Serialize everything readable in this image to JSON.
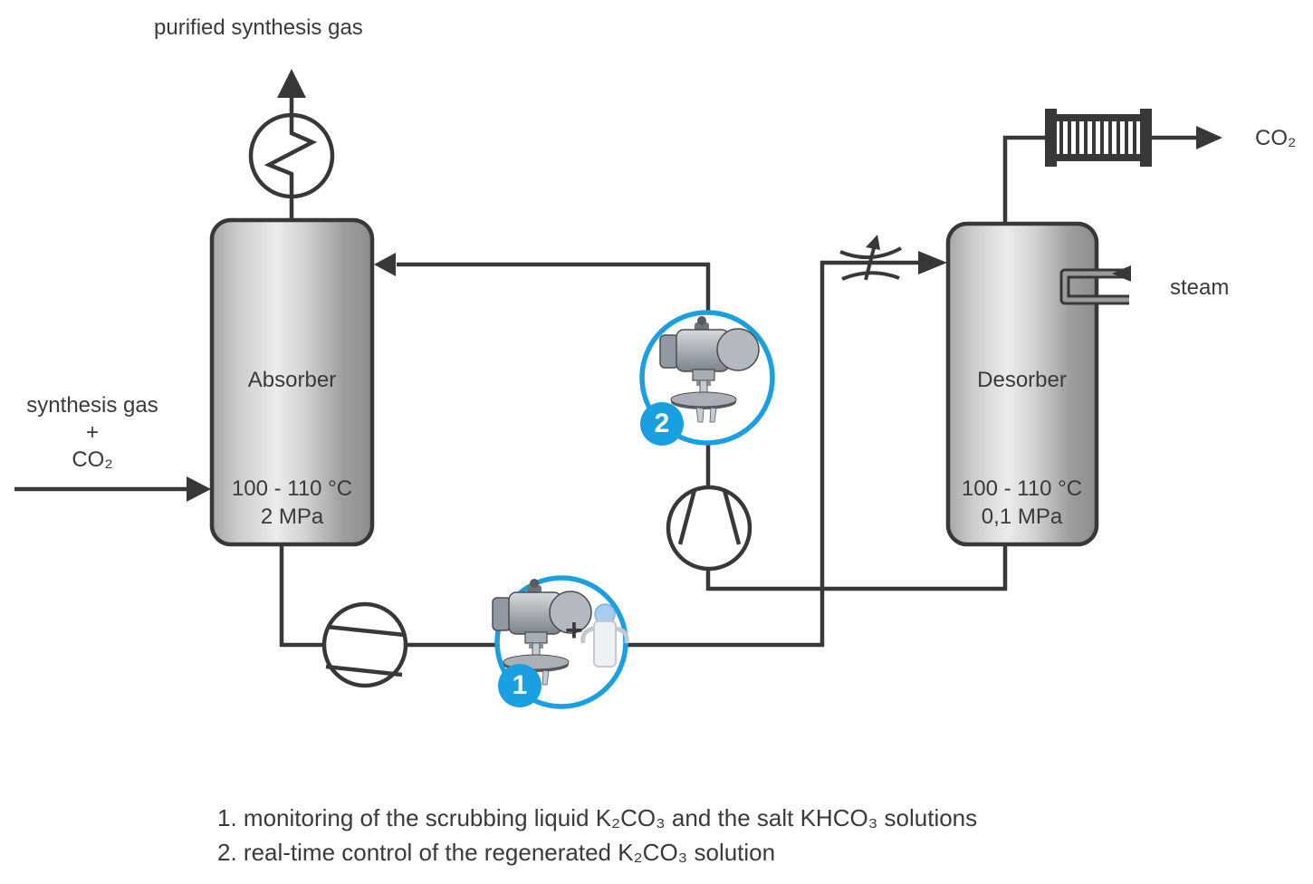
{
  "colors": {
    "accent_blue": "#1aa0e1",
    "line_dark": "#383838"
  },
  "streams": {
    "purified_gas_label": "purified synthesis gas",
    "feed_label_line1": "synthesis gas",
    "feed_label_line2": "+",
    "feed_label_line3": "CO₂",
    "co2_outlet_label": "CO₂",
    "steam_label": "steam"
  },
  "vessels": {
    "absorber": {
      "name": "Absorber",
      "temperature": "100 - 110 °C",
      "pressure": "2 MPa"
    },
    "desorber": {
      "name": "Desorber",
      "temperature": "100 - 110 °C",
      "pressure": "0,1 MPa"
    }
  },
  "instruments": [
    {
      "number": "1",
      "plus": "+"
    },
    {
      "number": "2"
    }
  ],
  "notes": [
    "1. monitoring of the scrubbing liquid K₂CO₃ and the salt KHCO₃ solutions",
    "2. real-time control of the regenerated K₂CO₃ solution"
  ]
}
